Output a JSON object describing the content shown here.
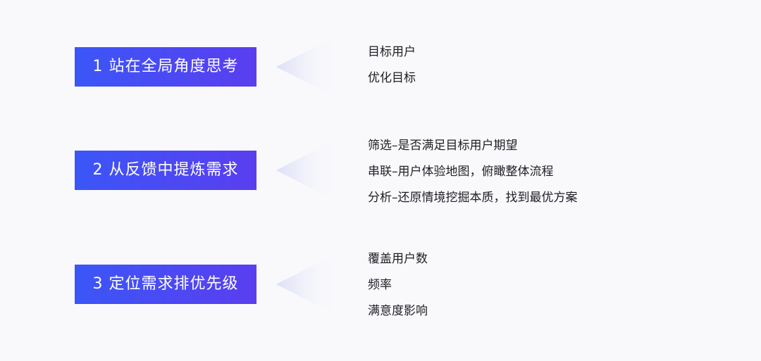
{
  "steps": [
    {
      "title": "1 站在全局角度思考",
      "items": [
        "目标用户",
        "优化目标"
      ]
    },
    {
      "title": "2 从反馈中提炼需求",
      "items": [
        "筛选–是否满足目标用户期望",
        "串联–用户体验地图，俯瞰整体流程",
        "分析–还原情境挖掘本质，找到最优方案"
      ]
    },
    {
      "title": "3 定位需求排优先级",
      "items": [
        "覆盖用户数",
        "频率",
        "满意度影响"
      ]
    }
  ],
  "colors": {
    "box_start": "#3b56f7",
    "box_end": "#5a3ef0",
    "wedge": "#e0e2f7",
    "text": "#1e1e24",
    "background": "#f9f9fc"
  }
}
